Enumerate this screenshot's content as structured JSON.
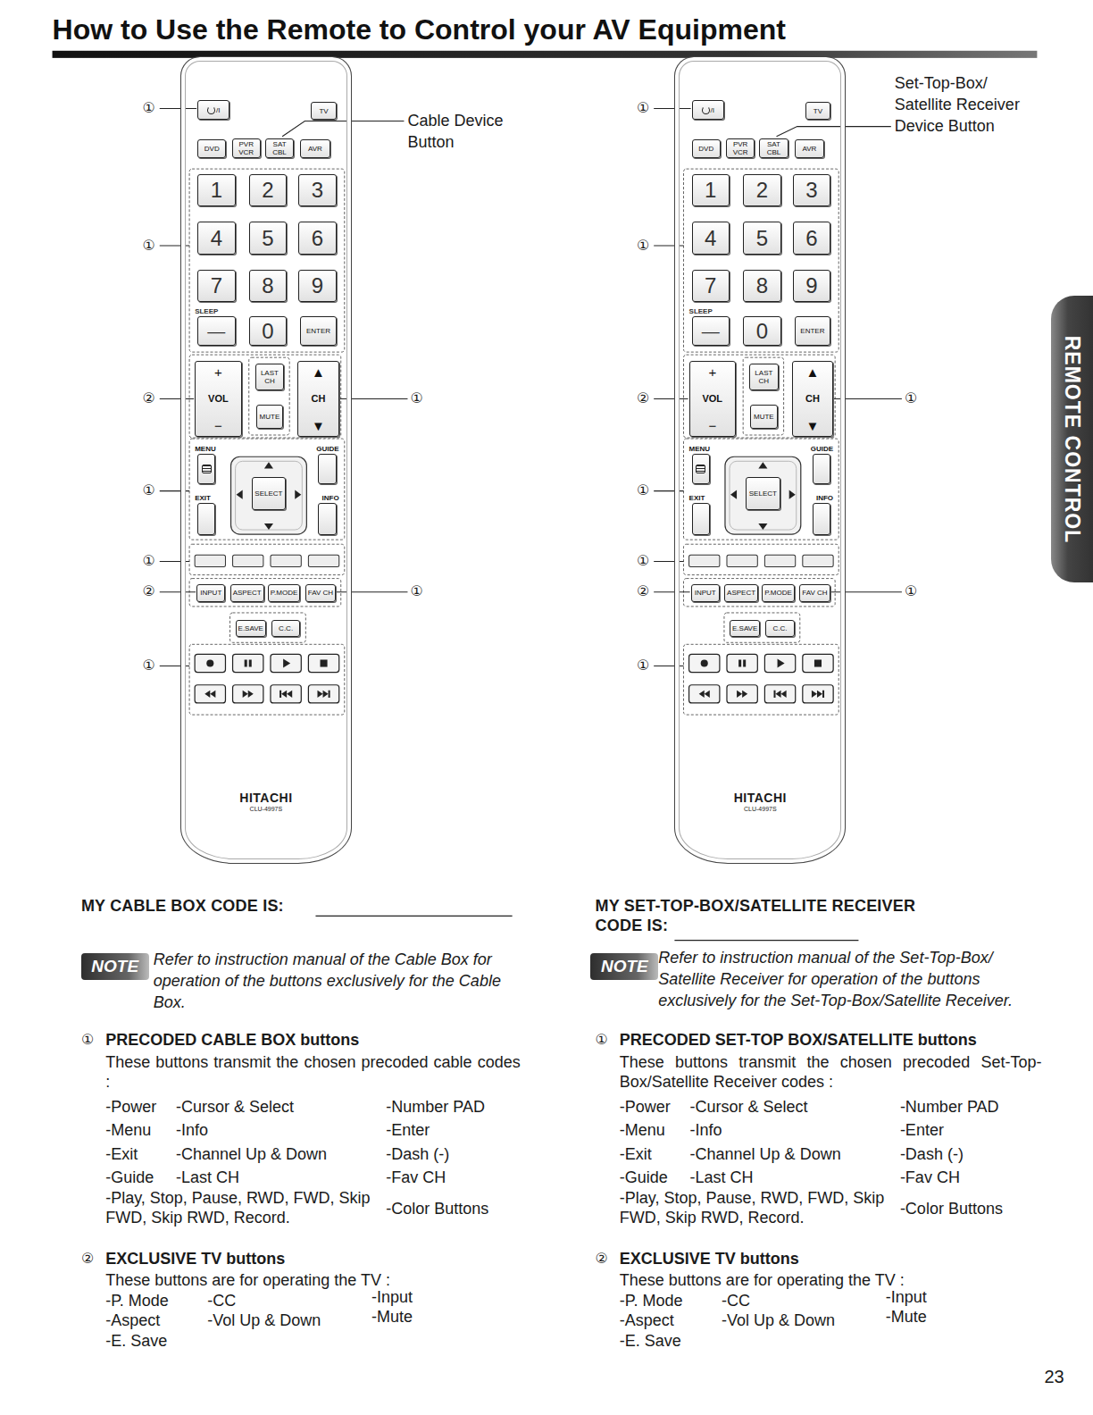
{
  "diagram": {
    "title": "How to Use the Remote to Control your AV Equipment",
    "nodes": [
      {
        "text": [
          "HITACHI",
          "CLU-4997S"
        ]
      },
      {
        "text": [
          "/I"
        ],
        "in": 0
      },
      {
        "text": [
          "TV"
        ],
        "in": 0
      },
      {
        "text": [
          "DVD"
        ],
        "in": 0
      },
      {
        "text": [
          "PVR VCR"
        ],
        "in": 0
      },
      {
        "text": [
          "SAT CBL"
        ],
        "in": 0
      },
      {
        "text": [
          "AVR"
        ],
        "in": 0
      },
      {
        "text": [
          "1"
        ],
        "in": 0
      },
      {
        "text": [
          "2"
        ],
        "in": 0
      },
      {
        "text": [
          "3"
        ],
        "in": 0
      },
      {
        "text": [
          "4"
        ],
        "in": 0
      },
      {
        "text": [
          "5"
        ],
        "in": 0
      },
      {
        "text": [
          "6"
        ],
        "in": 0
      },
      {
        "text": [
          "7"
        ],
        "in": 0
      },
      {
        "text": [
          "8"
        ],
        "in": 0
      },
      {
        "text": [
          "9"
        ],
        "in": 0
      },
      {
        "text": [
          "SLEEP",
          "—"
        ],
        "in": 0
      },
      {
        "text": [
          "0"
        ],
        "in": 0
      },
      {
        "text": [
          "ENTER"
        ],
        "in": 0
      },
      {
        "text": [
          "+",
          "VOL",
          "−"
        ],
        "in": 0
      },
      {
        "text": [
          "LAST CH"
        ],
        "in": 0
      },
      {
        "text": [
          "MUTE"
        ],
        "in": 0
      },
      {
        "text": [
          "▲",
          "CH",
          "▼"
        ],
        "in": 0
      },
      {
        "text": [
          "MENU"
        ],
        "in": 0
      },
      {
        "text": [
          "GUIDE"
        ],
        "in": 0
      },
      {
        "text": [
          "EXIT"
        ],
        "in": 0
      },
      {
        "text": [
          "SELECT"
        ],
        "in": 0
      },
      {
        "text": [
          "INFO"
        ],
        "in": 0
      },
      {
        "text": [
          "INPUT"
        ],
        "in": 0
      },
      {
        "text": [
          "ASPECT"
        ],
        "in": 0
      },
      {
        "text": [
          "P.MODE"
        ],
        "in": 0
      },
      {
        "text": [
          "FAV CH"
        ],
        "in": 0
      },
      {
        "text": [
          "E.SAVE"
        ],
        "in": 0
      },
      {
        "text": [
          "C.C."
        ],
        "in": 0
      },
      {
        "text": [
          "HITACHI",
          "CLU-4997S"
        ]
      },
      {
        "text": [
          "/I"
        ],
        "in": 34
      },
      {
        "text": [
          "TV"
        ],
        "in": 34
      },
      {
        "text": [
          "DVD"
        ],
        "in": 34
      },
      {
        "text": [
          "PVR VCR"
        ],
        "in": 34
      },
      {
        "text": [
          "SAT CBL"
        ],
        "in": 34
      },
      {
        "text": [
          "AVR"
        ],
        "in": 34
      },
      {
        "text": [
          "1"
        ],
        "in": 34
      },
      {
        "text": [
          "2"
        ],
        "in": 34
      },
      {
        "text": [
          "3"
        ],
        "in": 34
      },
      {
        "text": [
          "4"
        ],
        "in": 34
      },
      {
        "text": [
          "5"
        ],
        "in": 34
      },
      {
        "text": [
          "6"
        ],
        "in": 34
      },
      {
        "text": [
          "7"
        ],
        "in": 34
      },
      {
        "text": [
          "8"
        ],
        "in": 34
      },
      {
        "text": [
          "9"
        ],
        "in": 34
      },
      {
        "text": [
          "SLEEP",
          "—"
        ],
        "in": 34
      },
      {
        "text": [
          "0"
        ],
        "in": 34
      },
      {
        "text": [
          "ENTER"
        ],
        "in": 34
      },
      {
        "text": [
          "+",
          "VOL",
          "−"
        ],
        "in": 34
      },
      {
        "text": [
          "LAST CH"
        ],
        "in": 34
      },
      {
        "text": [
          "MUTE"
        ],
        "in": 34
      },
      {
        "text": [
          "▲",
          "CH",
          "▼"
        ],
        "in": 34
      },
      {
        "text": [
          "MENU"
        ],
        "in": 34
      },
      {
        "text": [
          "GUIDE"
        ],
        "in": 34
      },
      {
        "text": [
          "EXIT"
        ],
        "in": 34
      },
      {
        "text": [
          "SELECT"
        ],
        "in": 34
      },
      {
        "text": [
          "INFO"
        ],
        "in": 34
      },
      {
        "text": [
          "INPUT"
        ],
        "in": 34
      },
      {
        "text": [
          "ASPECT"
        ],
        "in": 34
      },
      {
        "text": [
          "P.MODE"
        ],
        "in": 34
      },
      {
        "text": [
          "FAV CH"
        ],
        "in": 34
      },
      {
        "text": [
          "E.SAVE"
        ],
        "in": 34
      },
      {
        "text": [
          "C.C."
        ],
        "in": 34
      },
      {
        "text": [
          "NOTE"
        ]
      },
      {
        "text": [
          "NOTE"
        ]
      },
      {
        "text": [
          "REMOTE CONTROL"
        ]
      }
    ],
    "labels": [
      "①",
      "①",
      "②",
      "①",
      "①",
      "①",
      "②",
      "①",
      "①",
      "Cable Device Button",
      "①",
      "①",
      "②",
      "①",
      "①",
      "①",
      "②",
      "①",
      "①",
      "Set-Top-Box/ Satellite Receiver Device Button",
      "MY CABLE BOX CODE IS:",
      "Refer to instruction manual of the Cable Box for operation of the buttons exclusively for the Cable Box.",
      "①",
      "PRECODED CABLE BOX buttons",
      "These buttons transmit the chosen precoded cable codes :",
      "-Power",
      "-Cursor & Select",
      "-Number PAD",
      "-Menu",
      "-Info",
      "-Enter",
      "-Exit",
      "-Channel Up & Down",
      "-Dash (-)",
      "-Guide",
      "-Last CH",
      "-Fav CH",
      "-Play, Stop, Pause, RWD, FWD, Skip FWD, Skip RWD, Record.",
      "-Color Buttons",
      "②",
      "EXCLUSIVE TV buttons",
      "These buttons are for operating the TV :",
      "-P. Mode",
      "-CC",
      "-Input",
      "-Aspect",
      "-Vol Up & Down",
      "-Mute",
      "-E. Save",
      "MY SET-TOP-BOX/SATELLITE RECEIVER CODE IS:",
      "Refer to instruction manual of the Set-Top-Box/ Satellite Receiver for operation of the buttons exclusively for the Set-Top-Box/Satellite Receiver.",
      "①",
      "PRECODED SET-TOP BOX/SATELLITE buttons",
      "These buttons transmit the chosen precoded Set-Top-Box/Satellite Receiver codes :",
      "-Power",
      "-Cursor & Select",
      "-Number PAD",
      "-Menu",
      "-Info",
      "-Enter",
      "-Exit",
      "-Channel Up & Down",
      "-Dash (-)",
      "-Guide",
      "-Last CH",
      "-Fav CH",
      "-Play, Stop, Pause, RWD, FWD, Skip FWD, Skip RWD, Record.",
      "-Color Buttons",
      "②",
      "EXCLUSIVE TV buttons",
      "These buttons are for operating the TV :",
      "-P. Mode",
      "-CC",
      "-Input",
      "-Aspect",
      "-Vol Up & Down",
      "-Mute",
      "-E. Save",
      "23"
    ]
  }
}
